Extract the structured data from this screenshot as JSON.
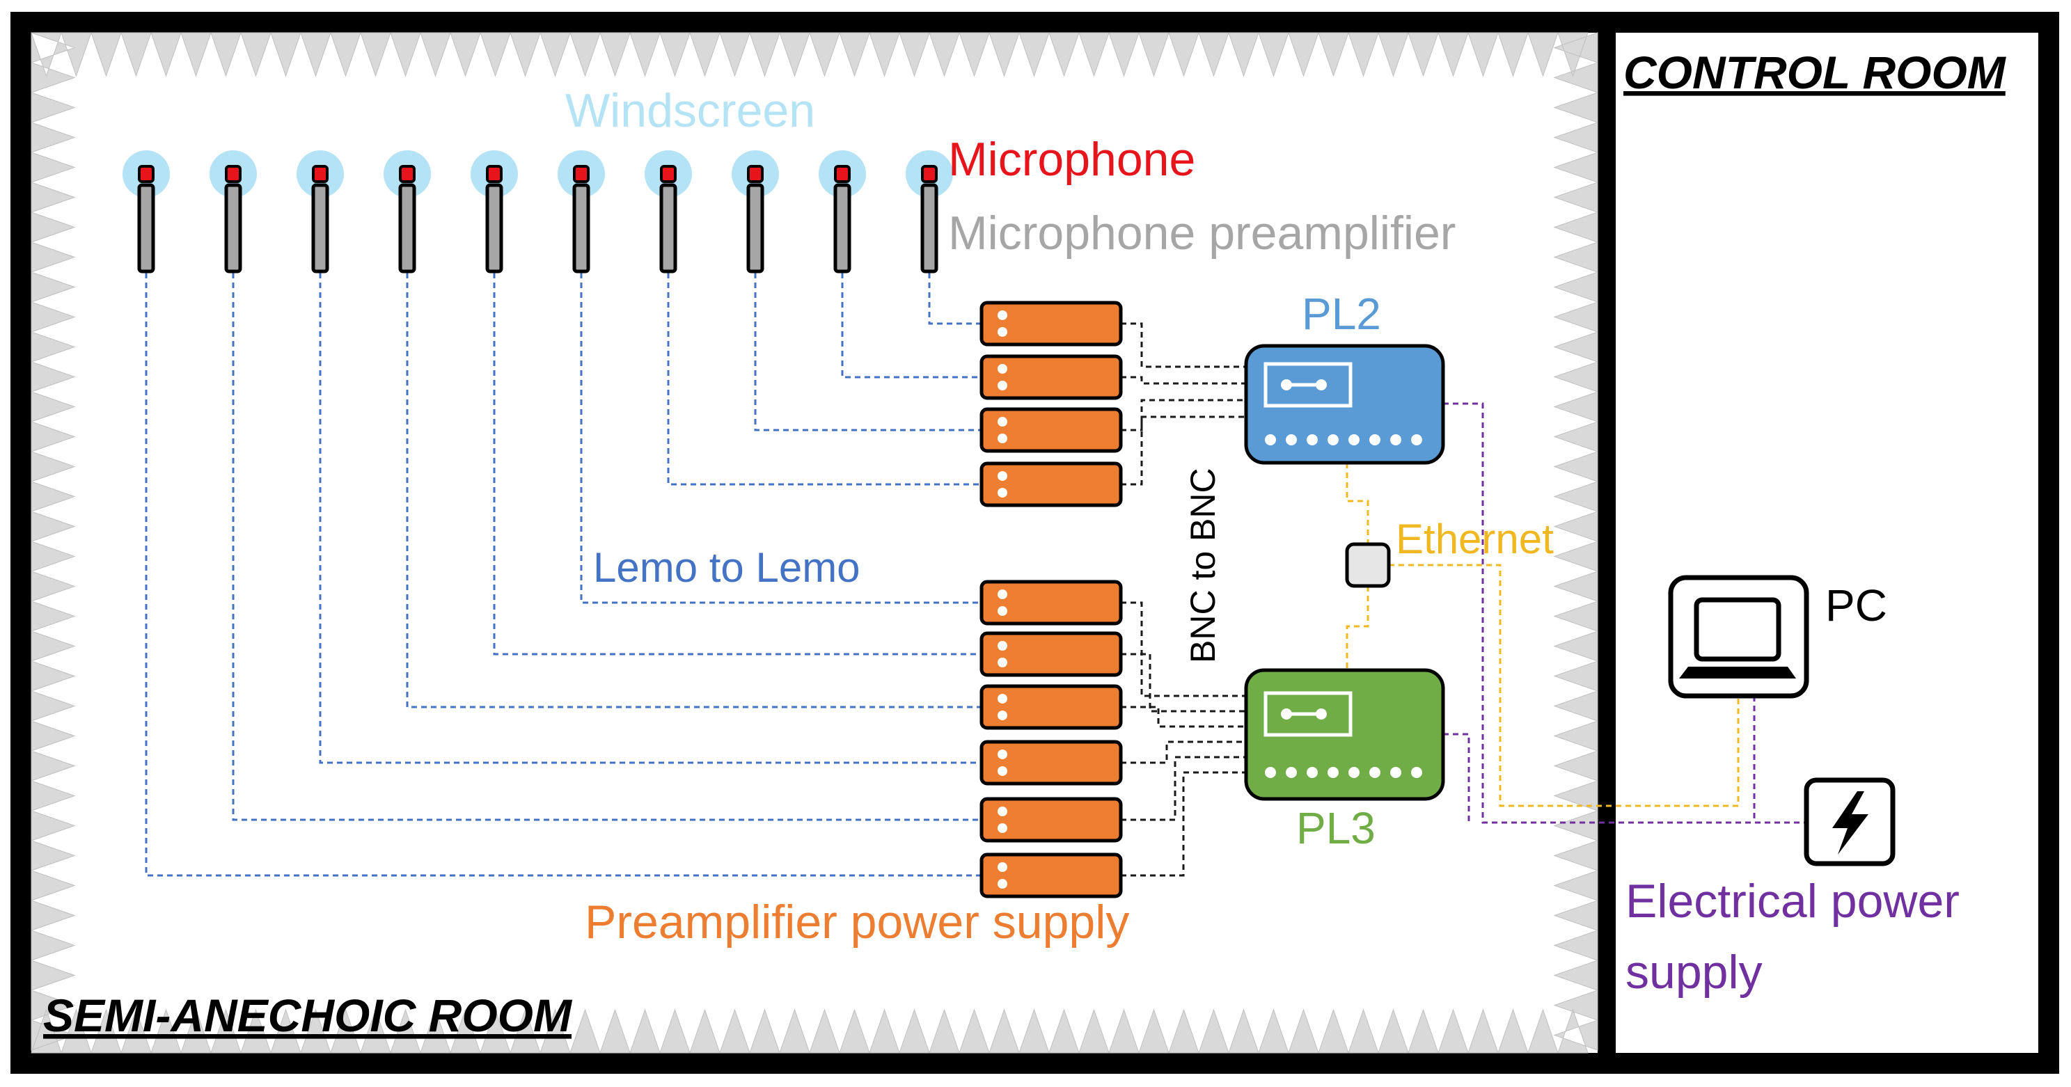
{
  "rooms": {
    "semi_anechoic": "SEMI-ANECHOIC ROOM",
    "control": "CONTROL ROOM"
  },
  "labels": {
    "windscreen": "Windscreen",
    "microphone": "Microphone",
    "preamplifier": "Microphone preamplifier",
    "pl2": "PL2",
    "pl3": "PL3",
    "bnc": "BNC to BNC",
    "lemo": "Lemo to Lemo",
    "ethernet": "Ethernet",
    "preamp_supply": "Preamplifier power supply",
    "pc": "PC",
    "power_supply_line1": "Electrical power",
    "power_supply_line2": "supply"
  },
  "counts": {
    "microphones": 10,
    "power_supply_units": 10
  },
  "colors": {
    "windscreen": "#b4e3f5",
    "microphone": "#e8141c",
    "preamplifier": "#a6a6a6",
    "pl2": "#5b9bd5",
    "pl3": "#70ad47",
    "lemo": "#4472c4",
    "ethernet": "#f0b820",
    "preamp_supply": "#ed7d31",
    "power": "#7030a0",
    "bnc": "#1a1a1a",
    "wall": "#000000",
    "foam": "#d9d9d9"
  },
  "icons": [
    "windscreen-icon",
    "microphone-icon",
    "preamplifier-icon",
    "pl2-analyzer-icon",
    "pl3-analyzer-icon",
    "ethernet-switch-icon",
    "pc-icon",
    "lightning-icon"
  ]
}
